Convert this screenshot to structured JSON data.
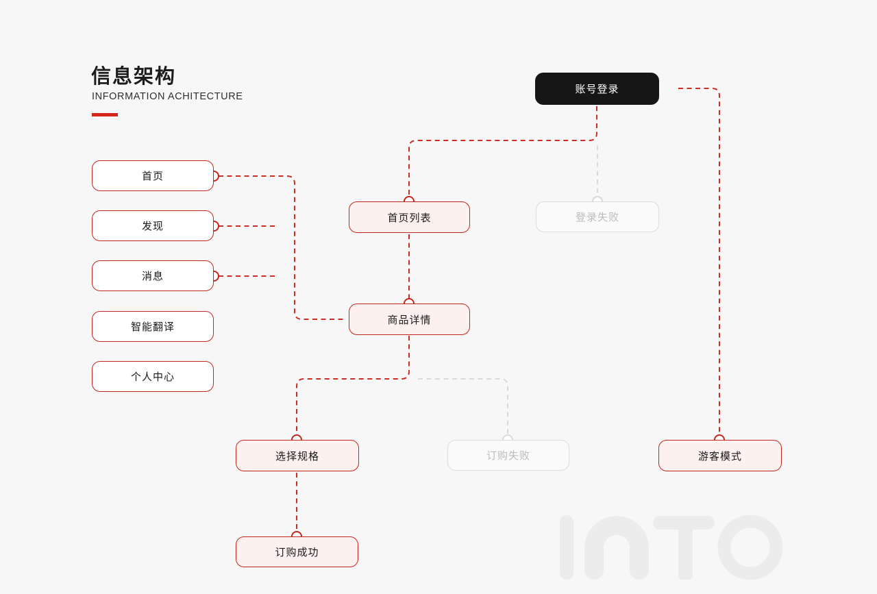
{
  "header": {
    "title": "信息架构",
    "subtitle": "INFORMATION ACHITECTURE"
  },
  "nodes": {
    "account_login": {
      "label": "账号登录",
      "style": "black"
    },
    "home": {
      "label": "首页",
      "style": "plain"
    },
    "discover": {
      "label": "发现",
      "style": "plain"
    },
    "messages": {
      "label": "消息",
      "style": "plain"
    },
    "translate": {
      "label": "智能翻译",
      "style": "plain"
    },
    "profile": {
      "label": "个人中心",
      "style": "plain"
    },
    "home_list": {
      "label": "首页列表",
      "style": "pink"
    },
    "login_fail": {
      "label": "登录失败",
      "style": "gray"
    },
    "product_detail": {
      "label": "商品详情",
      "style": "pink"
    },
    "select_spec": {
      "label": "选择规格",
      "style": "pink"
    },
    "order_fail": {
      "label": "订购失败",
      "style": "gray"
    },
    "guest_mode": {
      "label": "游客模式",
      "style": "pink"
    },
    "order_success": {
      "label": "订购成功",
      "style": "pink"
    }
  },
  "watermark": {
    "text": "INTO"
  },
  "colors": {
    "background": "#f7f7f7",
    "accent_red": "#c4261e",
    "dash_red": "#cb2c24",
    "underline_red": "#d5251d",
    "pink_fill": "#fcf1ef",
    "gray_line": "#d9d9d9",
    "gray_text": "#bcbcbc",
    "black_node": "#161616",
    "watermark_gray": "#ececec"
  }
}
